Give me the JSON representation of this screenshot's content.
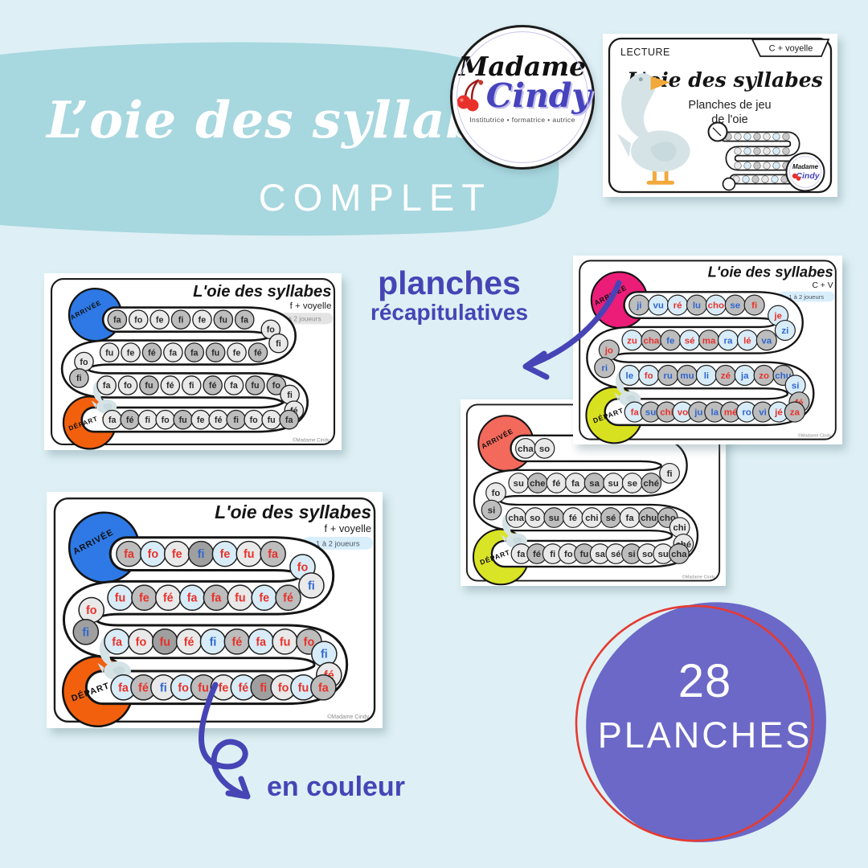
{
  "banner": {
    "title": "L’oie des syllabes",
    "subtitle": "COMPLET",
    "bg_color": "#a7d7df"
  },
  "logo": {
    "line1": "Madame",
    "line2": "Cindy",
    "tagline": "Institutrice • formatrice • autrice"
  },
  "cover_card": {
    "corner_label": "LECTURE",
    "tab_label": "C + voyelle",
    "title": "L'oie des syllabes",
    "subtitle_line1": "Planches de jeu",
    "subtitle_line2": "de l'oie",
    "mini_logo_line1": "Madame",
    "mini_logo_line2": "Cindy"
  },
  "annotations": {
    "recap_line1": "planches",
    "recap_line2": "récapitulatives",
    "color_note": "en couleur",
    "accent_color": "#4744b6"
  },
  "count_badge": {
    "line1": "28",
    "line2": "PLANCHES",
    "fill": "#6b68c7",
    "ring": "#e63a30"
  },
  "palette": {
    "cell_bg": {
      "g1": "#e9e9e9",
      "g2": "#bdbdbd",
      "g3": "#9f9f9f",
      "b": "#d8ecf8"
    },
    "cell_fg": {
      "k": "#2b2b2b",
      "r": "#e8312a",
      "u": "#2f66d0"
    }
  },
  "boards": {
    "bw_f": {
      "title": "L'oie des syllabes",
      "subtitle": "f + voyelle",
      "players": "1 à 2 joueurs",
      "badge_bg": "#e4e4e4",
      "badge_fg": "#8f8f8f",
      "arrivee_label": "ARRIVÉE",
      "depart_label": "DÉPART",
      "arrivee_color": "#2e79e5",
      "depart_color": "#f2600e",
      "copyright": "©Madame Cindy",
      "cells": {
        "row1": [
          "fa|g2|k",
          "fo|g1|k",
          "fe|g1|k",
          "fi|g2|k",
          "fe|g1|k",
          "fu|g2|k",
          "fa|g2|k"
        ],
        "turn1": [
          "fo|g1|k",
          "fi|g1|k"
        ],
        "row2": [
          "fu|g1|k",
          "fe|g1|k",
          "fé|g2|k",
          "fa|g1|k",
          "fa|g2|k",
          "fu|g2|k",
          "fe|g1|k",
          "fé|g2|k"
        ],
        "turn2": [
          "fo|g1|k",
          "fi|g2|k"
        ],
        "row3": [
          "fa|g1|k",
          "fo|g1|k",
          "fu|g2|k",
          "fé|g1|k",
          "fi|g1|k",
          "fé|g2|k",
          "fa|g1|k",
          "fu|g2|k",
          "fo|g2|k"
        ],
        "turn3": [
          "fi|g1|k",
          "fé|g1|k"
        ],
        "row4": [
          "fa|g1|k",
          "fé|g2|k",
          "fi|g1|k",
          "fo|g1|k",
          "fu|g2|k",
          "fe|g1|k",
          "fé|g1|k",
          "fi|g2|k",
          "fo|g1|k",
          "fu|g1|k",
          "fa|g2|k"
        ]
      }
    },
    "cv": {
      "title": "L'oie des syllabes",
      "subtitle": "C + V",
      "players": "1 à 2 joueurs",
      "badge_bg": "#d9eefb",
      "badge_fg": "#4a5560",
      "arrivee_label": "ARRIVÉE",
      "depart_label": "DÉPART",
      "arrivee_color": "#eb1d78",
      "depart_color": "#d8e11f",
      "copyright": "©Madame Cindy",
      "cells": {
        "row1": [
          "ji|g2|u",
          "vu|b|u",
          "ré|b|r",
          "lu|g2|u",
          "cho|b|r",
          "se|g2|u",
          "fi|g2|r"
        ],
        "turn1": [
          "je|b|r",
          "zi|b|u"
        ],
        "row2": [
          "zu|b|r",
          "cha|g2|r",
          "fe|g2|u",
          "sé|b|r",
          "ma|g2|r",
          "ra|b|u",
          "lé|b|r",
          "va|g2|u"
        ],
        "turn2": [
          "jo|g2|r",
          "ri|g2|u"
        ],
        "row3": [
          "le|b|u",
          "fo|b|r",
          "ru|g2|u",
          "mu|g2|u",
          "li|b|u",
          "zé|g2|r",
          "ja|b|u",
          "zo|g2|r",
          "chu|g2|u"
        ],
        "turn3": [
          "si|b|u",
          "fé|g2|r"
        ],
        "row4": [
          "fa|b|r",
          "su|g2|u",
          "chi|g2|r",
          "vo|b|r",
          "ju|g2|u",
          "la|g2|u",
          "mé|g2|r",
          "ro|b|u",
          "vi|g2|u",
          "jé|b|r",
          "za|g2|r"
        ]
      }
    },
    "ch": {
      "title": "",
      "subtitle": "",
      "players": "",
      "badge_bg": "#e4e4e4",
      "badge_fg": "#8f8f8f",
      "arrivee_label": "ARRIVÉE",
      "depart_label": "DÉPART",
      "arrivee_color": "#f3695b",
      "depart_color": "#d9e426",
      "copyright": "©Madame Cindy",
      "cells": {
        "row1": [
          "cha|g1|k",
          "so|g1|k"
        ],
        "turn1": [
          "",
          "fi|g1|k"
        ],
        "row2": [
          "su|g1|k",
          "che|g2|k",
          "fé|g1|k",
          "fa|g1|k",
          "sa|g2|k",
          "su|g1|k",
          "se|g1|k",
          "ché|g2|k"
        ],
        "turn2": [
          "fo|g1|k",
          "si|g2|k"
        ],
        "row3": [
          "cha|g1|k",
          "so|g1|k",
          "su|g2|k",
          "fé|g1|k",
          "chi|g1|k",
          "sé|g2|k",
          "fa|g1|k",
          "chu|g2|k",
          "cho|g2|k"
        ],
        "turn3": [
          "chi|g1|k",
          "ché|g1|k"
        ],
        "row4": [
          "fa|g1|k",
          "fé|g2|k",
          "fi|g1|k",
          "fo|g1|k",
          "fu|g2|k",
          "sa|g1|k",
          "sé|g1|k",
          "si|g2|k",
          "so|g1|k",
          "su|g1|k",
          "cha|g2|k"
        ]
      }
    },
    "color_f": {
      "title": "L'oie des syllabes",
      "subtitle": "f + voyelle",
      "players": "1 à 2 joueurs",
      "badge_bg": "#d9eefb",
      "badge_fg": "#4a5560",
      "arrivee_label": "ARRIVÉE",
      "depart_label": "DÉPART",
      "arrivee_color": "#2e79e5",
      "depart_color": "#f2600e",
      "copyright": "©Madame Cindy",
      "cells": {
        "row1": [
          "fa|g2|r",
          "fo|b|r",
          "fe|g1|r",
          "fi|g3|u",
          "fe|b|r",
          "fu|g1|r",
          "fa|g2|r"
        ],
        "turn1": [
          "fo|b|r",
          "fi|g1|u"
        ],
        "row2": [
          "fu|b|r",
          "fe|g2|r",
          "fé|g1|r",
          "fa|b|r",
          "fa|g2|r",
          "fu|g1|r",
          "fe|b|r",
          "fé|g2|r"
        ],
        "turn2": [
          "fo|g1|r",
          "fi|g3|u"
        ],
        "row3": [
          "fa|b|r",
          "fo|g1|r",
          "fu|g3|r",
          "fé|g1|r",
          "fi|b|u",
          "fé|g2|r",
          "fa|b|r",
          "fu|g1|r",
          "fo|g2|r"
        ],
        "turn3": [
          "fi|b|u",
          "fé|g1|r"
        ],
        "row4": [
          "fa|b|r",
          "fé|g2|r",
          "fi|g1|u",
          "fo|b|r",
          "fu|g2|r",
          "fe|g1|r",
          "fé|b|r",
          "fi|g3|r",
          "fo|g1|r",
          "fu|b|r",
          "fa|g2|r"
        ]
      }
    }
  }
}
